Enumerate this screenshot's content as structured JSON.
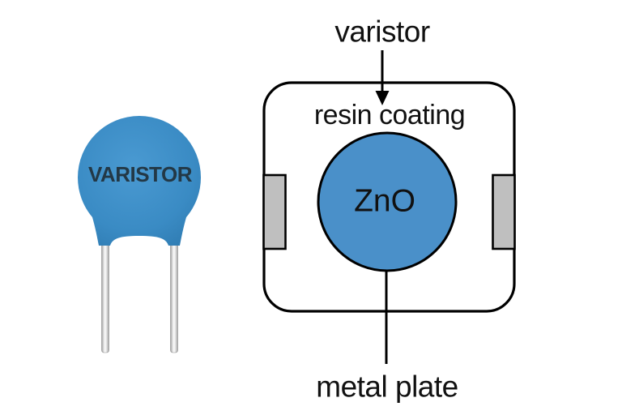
{
  "labels": {
    "component": "VARISTOR",
    "pointer": "varistor",
    "coating": "resin coating",
    "core": "ZnO",
    "plate": "metal plate"
  },
  "colors": {
    "disc": "#3a8bc4",
    "disc_highlight": "#4a9ad2",
    "disc_rim": "#2e7ab0",
    "disc_text": "#233846",
    "core": "#4a90c9",
    "electrode": "#bfbfbf",
    "outline": "#000000",
    "label_text": "#111111",
    "lead": "#e8e8e8",
    "background": "#ffffff"
  }
}
